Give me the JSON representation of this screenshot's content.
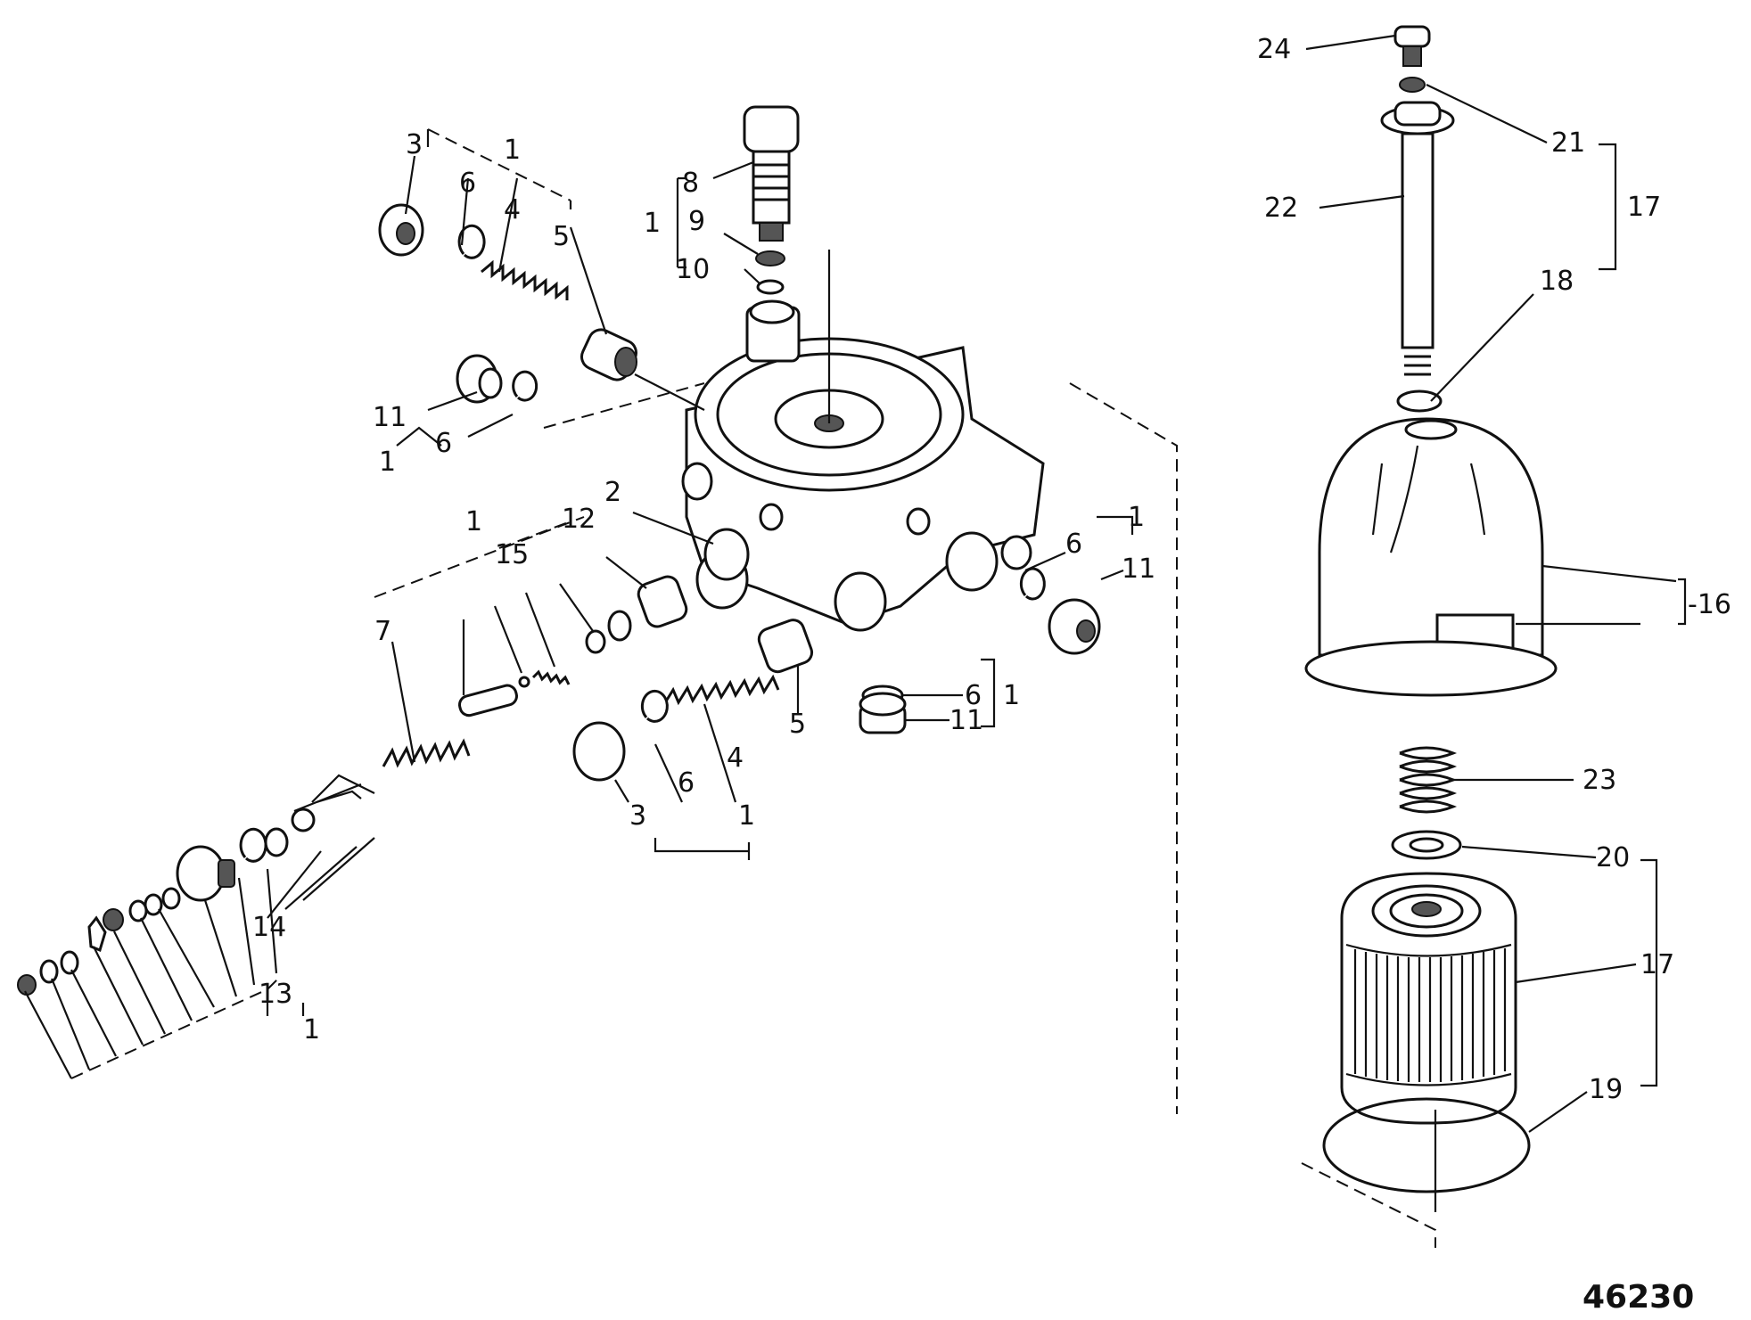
{
  "figure_number": "46230",
  "callouts": {
    "c1a": "1",
    "c1b": "1",
    "c1c": "1",
    "c1d": "1",
    "c1e": "1",
    "c1f": "1",
    "c1g": "1",
    "c1h": "1",
    "c2": "2",
    "c3a": "3",
    "c3b": "3",
    "c4a": "4",
    "c4b": "4",
    "c5a": "5",
    "c5b": "5",
    "c6a": "6",
    "c6b": "6",
    "c6c": "6",
    "c6d": "6",
    "c6e": "6",
    "c7": "7",
    "c8": "8",
    "c9": "9",
    "c10": "10",
    "c11a": "11",
    "c11b": "11",
    "c11c": "11",
    "c12": "12",
    "c13": "13",
    "c14": "14",
    "c15": "15",
    "c16": "-16",
    "c17a": "17",
    "c17b": "17",
    "c18": "18",
    "c19": "19",
    "c20": "20",
    "c21": "21",
    "c22": "22",
    "c23": "23",
    "c24": "24"
  }
}
